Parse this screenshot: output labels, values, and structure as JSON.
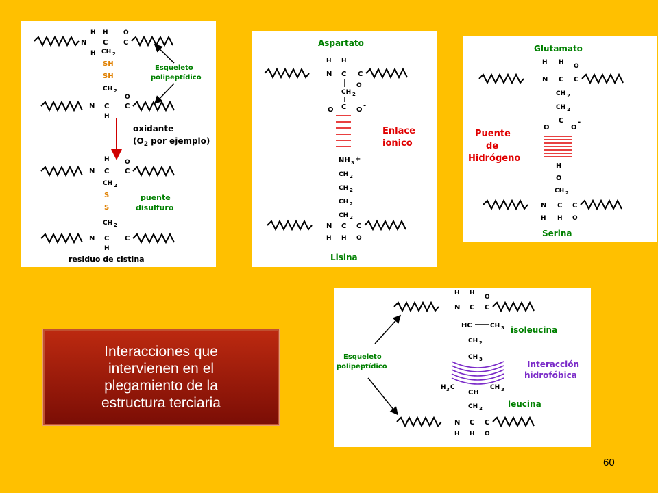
{
  "slide": {
    "caption": "Interacciones que intervienen en el plegamiento de la estructura terciaria",
    "page_number": "60",
    "colors": {
      "background": "#ffc000",
      "caption_box": "#a51d0b",
      "label_green": "#008000",
      "label_red": "#e00000",
      "label_purple": "#7a2ac8",
      "sulfur_orange": "#e08000"
    }
  },
  "panels": {
    "disulfide": {
      "sh1": "SH",
      "sh2": "SH",
      "s1": "S",
      "s2": "S",
      "skeleton_line1": "Esqueleto",
      "skeleton_line2": "polipeptídico",
      "oxidant_line1": "oxidante",
      "oxidant_line2_a": "(O",
      "oxidant_line2_sub": "2",
      "oxidant_line2_b": " por ejemplo)",
      "bridge_line1": "puente",
      "bridge_line2": "disulfuro",
      "footer": "residuo de cistina"
    },
    "ionic": {
      "title": "Aspartato",
      "bond_line1": "Enlace",
      "bond_line2": "ionico",
      "footer": "Lisina"
    },
    "hbond": {
      "title": "Glutamato",
      "bond_line1": "Puente",
      "bond_line2": "de",
      "bond_line3": "Hidrógeno",
      "footer": "Serina"
    },
    "hydrophobic": {
      "top_residue": "isoleucina",
      "bottom_residue": "leucina",
      "interaction_line1": "Interacción",
      "interaction_line2": "hidrofóbica",
      "skeleton_line1": "Esqueleto",
      "skeleton_line2": "polipeptídico"
    }
  }
}
